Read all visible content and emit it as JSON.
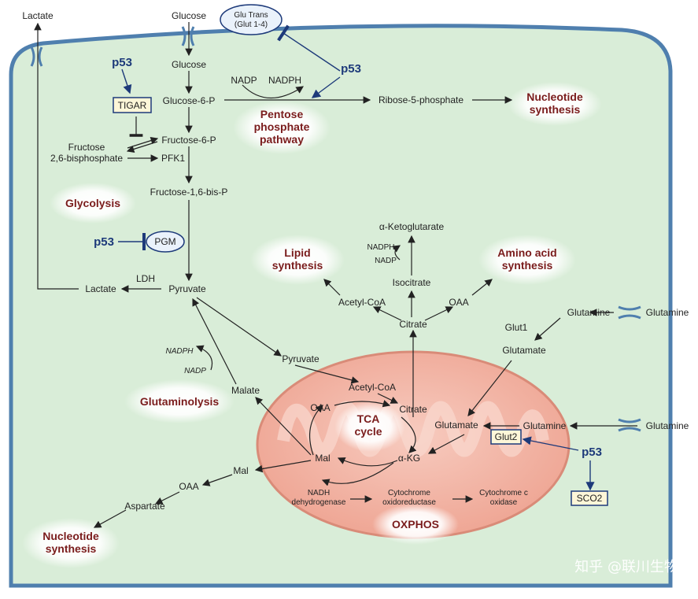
{
  "metabolites": {
    "lactate_out": "Lactate",
    "glucose_out": "Glucose",
    "glucose_in": "Glucose",
    "glucose_6_p": "Glucose-6-P",
    "nadp": "NADP",
    "nadph": "NADPH",
    "ribose_5_p": "Ribose-5-phosphate",
    "fructose_6_p": "Fructose-6-P",
    "fructose_26_line1": "Fructose",
    "fructose_26_line2": "2,6-bisphosphate",
    "pfk1": "PFK1",
    "fructose_16": "Fructose-1,6-bis-P",
    "ldh": "LDH",
    "lactate_in": "Lactate",
    "pyruvate": "Pyruvate",
    "pyruvate_mito": "Pyruvate",
    "alpha_kg_top": "α-Ketoglutarate",
    "nadph_small": "NADPH",
    "nadp_small": "NADP",
    "isocitrate": "Isocitrate",
    "acetyl_coa": "Acetyl-CoA",
    "oaa_right": "OAA",
    "citrate": "Citrate",
    "glutamine_right": "Glutamine",
    "glutamine_out1": "Glutamine",
    "glut1": "Glut1",
    "glutamate": "Glutamate",
    "nadph_italic": "NADPH",
    "nadp_italic": "NADP",
    "malate": "Malate",
    "acetyl_coa_mito": "Acetyl-CoA",
    "oaa_mito": "OAA",
    "citrate_mito": "Citrate",
    "glutamate_mito": "Glutamate",
    "glutamine_mito": "Glutamine",
    "glutamine_out2": "Glutamine",
    "mal_mito": "Mal",
    "alpha_kg_mito": "α-KG",
    "mal_cyto": "Mal",
    "oaa_cyto": "OAA",
    "aspartate": "Aspartate",
    "nadh_dh_line1": "NADH",
    "nadh_dh_line2": "dehydrogenase",
    "cyto_ox_line1": "Cytochrome",
    "cyto_ox_line2": "oxidoreductase",
    "cyto_c_line1": "Cytochrome c",
    "cyto_c_line2": "oxidase"
  },
  "processes": {
    "nucleotide_top_1": "Nucleotide",
    "nucleotide_top_2": "synthesis",
    "ppp_1": "Pentose",
    "ppp_2": "phosphate",
    "ppp_3": "pathway",
    "glycolysis": "Glycolysis",
    "lipid_1": "Lipid",
    "lipid_2": "synthesis",
    "amino_1": "Amino acid",
    "amino_2": "synthesis",
    "glutaminolysis": "Glutaminolysis",
    "tca_1": "TCA",
    "tca_2": "cycle",
    "oxphos": "OXPHOS",
    "nucleotide_bottom_1": "Nucleotide",
    "nucleotide_bottom_2": "synthesis"
  },
  "regulators": {
    "p53_top": "p53",
    "p53_tigar": "p53",
    "p53_pgm": "p53",
    "p53_right": "p53",
    "tigar": "TIGAR",
    "pgm": "PGM",
    "glutrans_1": "Glu Trans",
    "glutrans_2": "(Glut 1-4)",
    "glut2": "Glut2",
    "sco2": "SCO2"
  },
  "watermark": "知乎 @联川生物",
  "colors": {
    "cell_fill": "#d9edd8",
    "mito_fill": "#f2b6a8",
    "p53": "#1d3a7a",
    "process": "#7a1c1c",
    "enzyme_box": "#fdf6d8"
  }
}
